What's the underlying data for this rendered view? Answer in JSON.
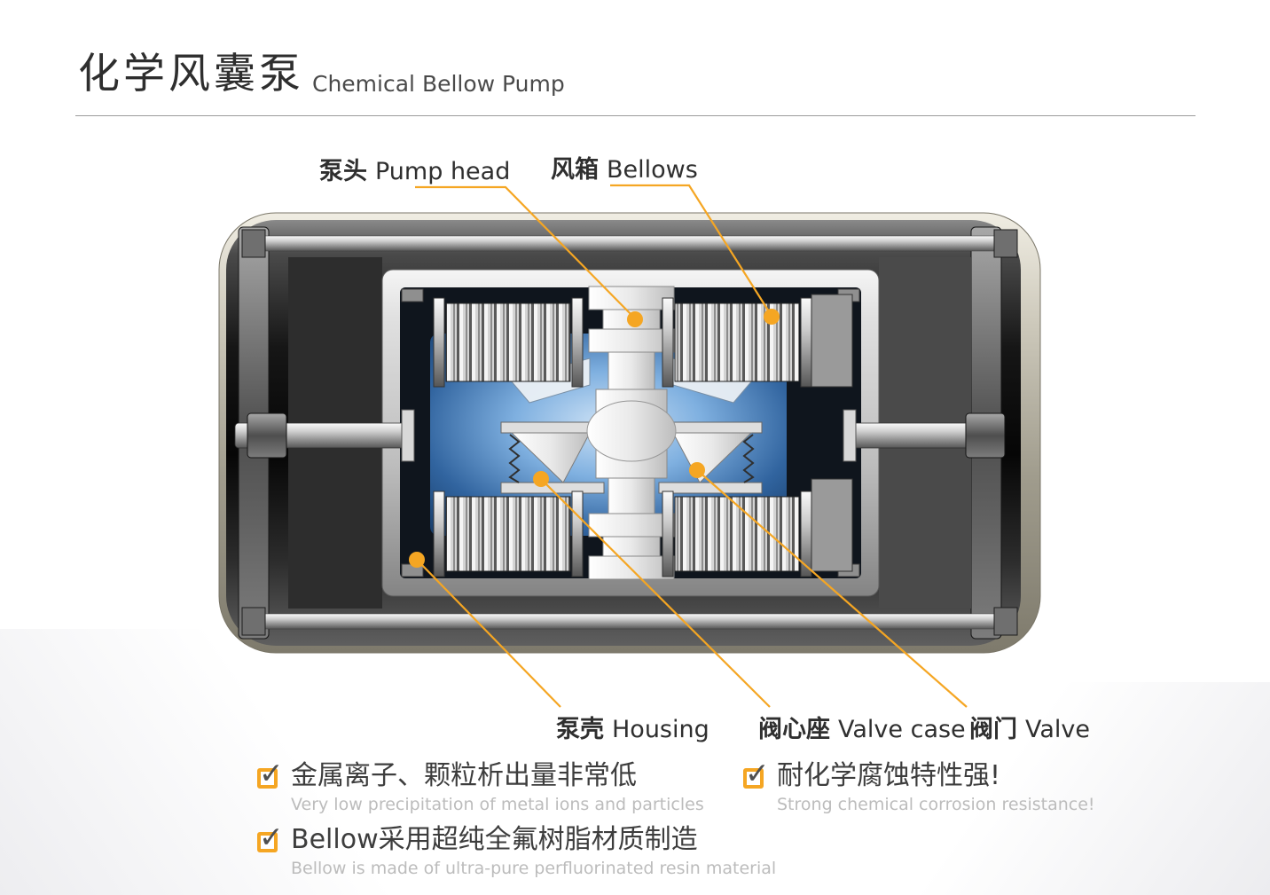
{
  "header": {
    "title_zh": "化学风囊泵",
    "title_en": "Chemical Bellow Pump"
  },
  "callouts": {
    "pump_head": {
      "zh": "泵头",
      "en": "Pump head"
    },
    "bellows": {
      "zh": "风箱",
      "en": "Bellows"
    },
    "housing": {
      "zh": "泵壳",
      "en": "Housing"
    },
    "valve_case": {
      "zh": "阀心座",
      "en": "Valve case"
    },
    "valve": {
      "zh": "阀门",
      "en": "Valve"
    }
  },
  "features": {
    "f1": {
      "zh": "金属离子、颗粒析出量非常低",
      "en": "Very low precipitation of metal ions and particles"
    },
    "f2": {
      "zh": "耐化学腐蚀特性强!",
      "en": "Strong chemical corrosion resistance!"
    },
    "f3": {
      "zh": "Bellow采用超纯全氟树脂材质制造",
      "en": "Bellow is made of ultra-pure perfluorinated resin material"
    }
  },
  "icons": {
    "check": "✓"
  },
  "colors": {
    "accent": "#F5A623"
  }
}
